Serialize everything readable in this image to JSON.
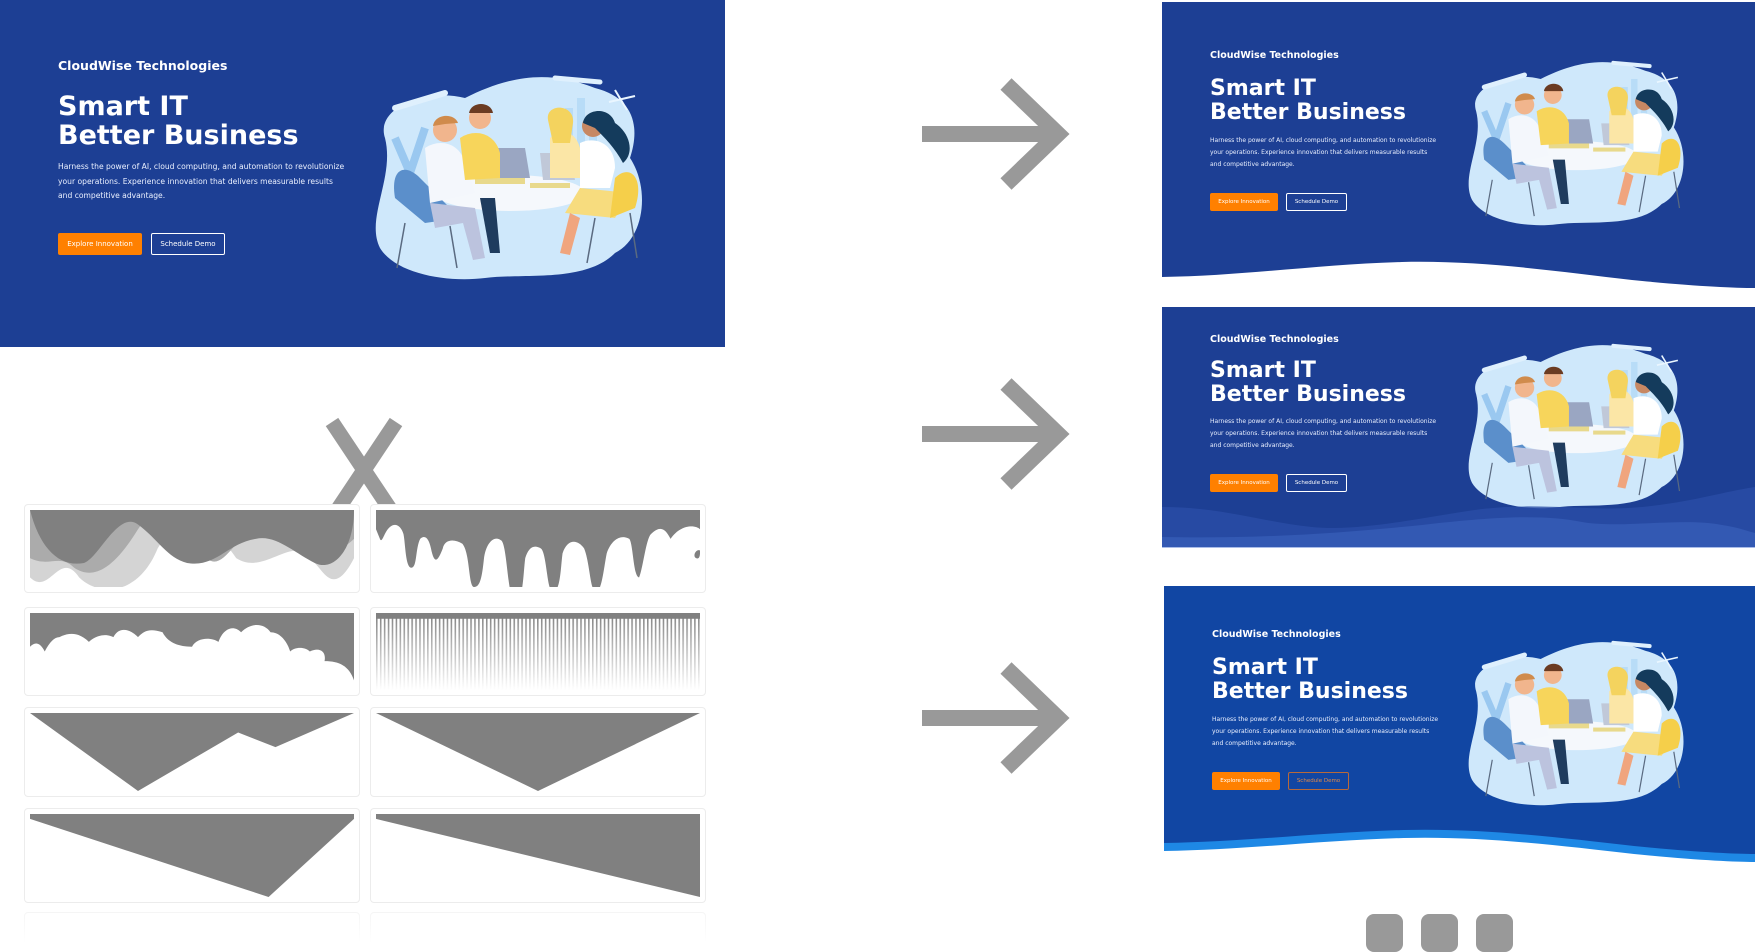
{
  "hero": {
    "brand": "CloudWise Technologies",
    "headline_line1": "Smart IT",
    "headline_line2": "Better Business",
    "description": "Harness the power of AI, cloud computing, and automation to revolutionize your operations. Experience innovation that delivers measurable results and competitive advantage.",
    "primary_button": "Explore Innovation",
    "secondary_button": "Schedule Demo",
    "illustration": "team-meeting-illustration"
  },
  "operators": {
    "multiply_icon": "times-icon",
    "arrow_icon": "arrow-right-icon"
  },
  "shape_dividers": [
    {
      "name": "layered-waves"
    },
    {
      "name": "drips"
    },
    {
      "name": "clouds"
    },
    {
      "name": "vertical-lines"
    },
    {
      "name": "mountains"
    },
    {
      "name": "triangle"
    },
    {
      "name": "triangle-asymmetric"
    },
    {
      "name": "tilt"
    }
  ],
  "results": [
    {
      "variant": "curve",
      "bottom_color": "#ffffff"
    },
    {
      "variant": "layered-waves",
      "bottom_color": "#3359b3"
    },
    {
      "variant": "curve-with-stroke",
      "bottom_color": "#1e88e5"
    }
  ],
  "pagination": {
    "pages": 3
  },
  "colors": {
    "hero_bg": "#1d3f94",
    "hero_bg_alt": "#1146a3",
    "accent": "#ff8000",
    "shape_gray": "#808080",
    "operator_gray": "#999999",
    "stroke_blue": "#1e88e5"
  }
}
